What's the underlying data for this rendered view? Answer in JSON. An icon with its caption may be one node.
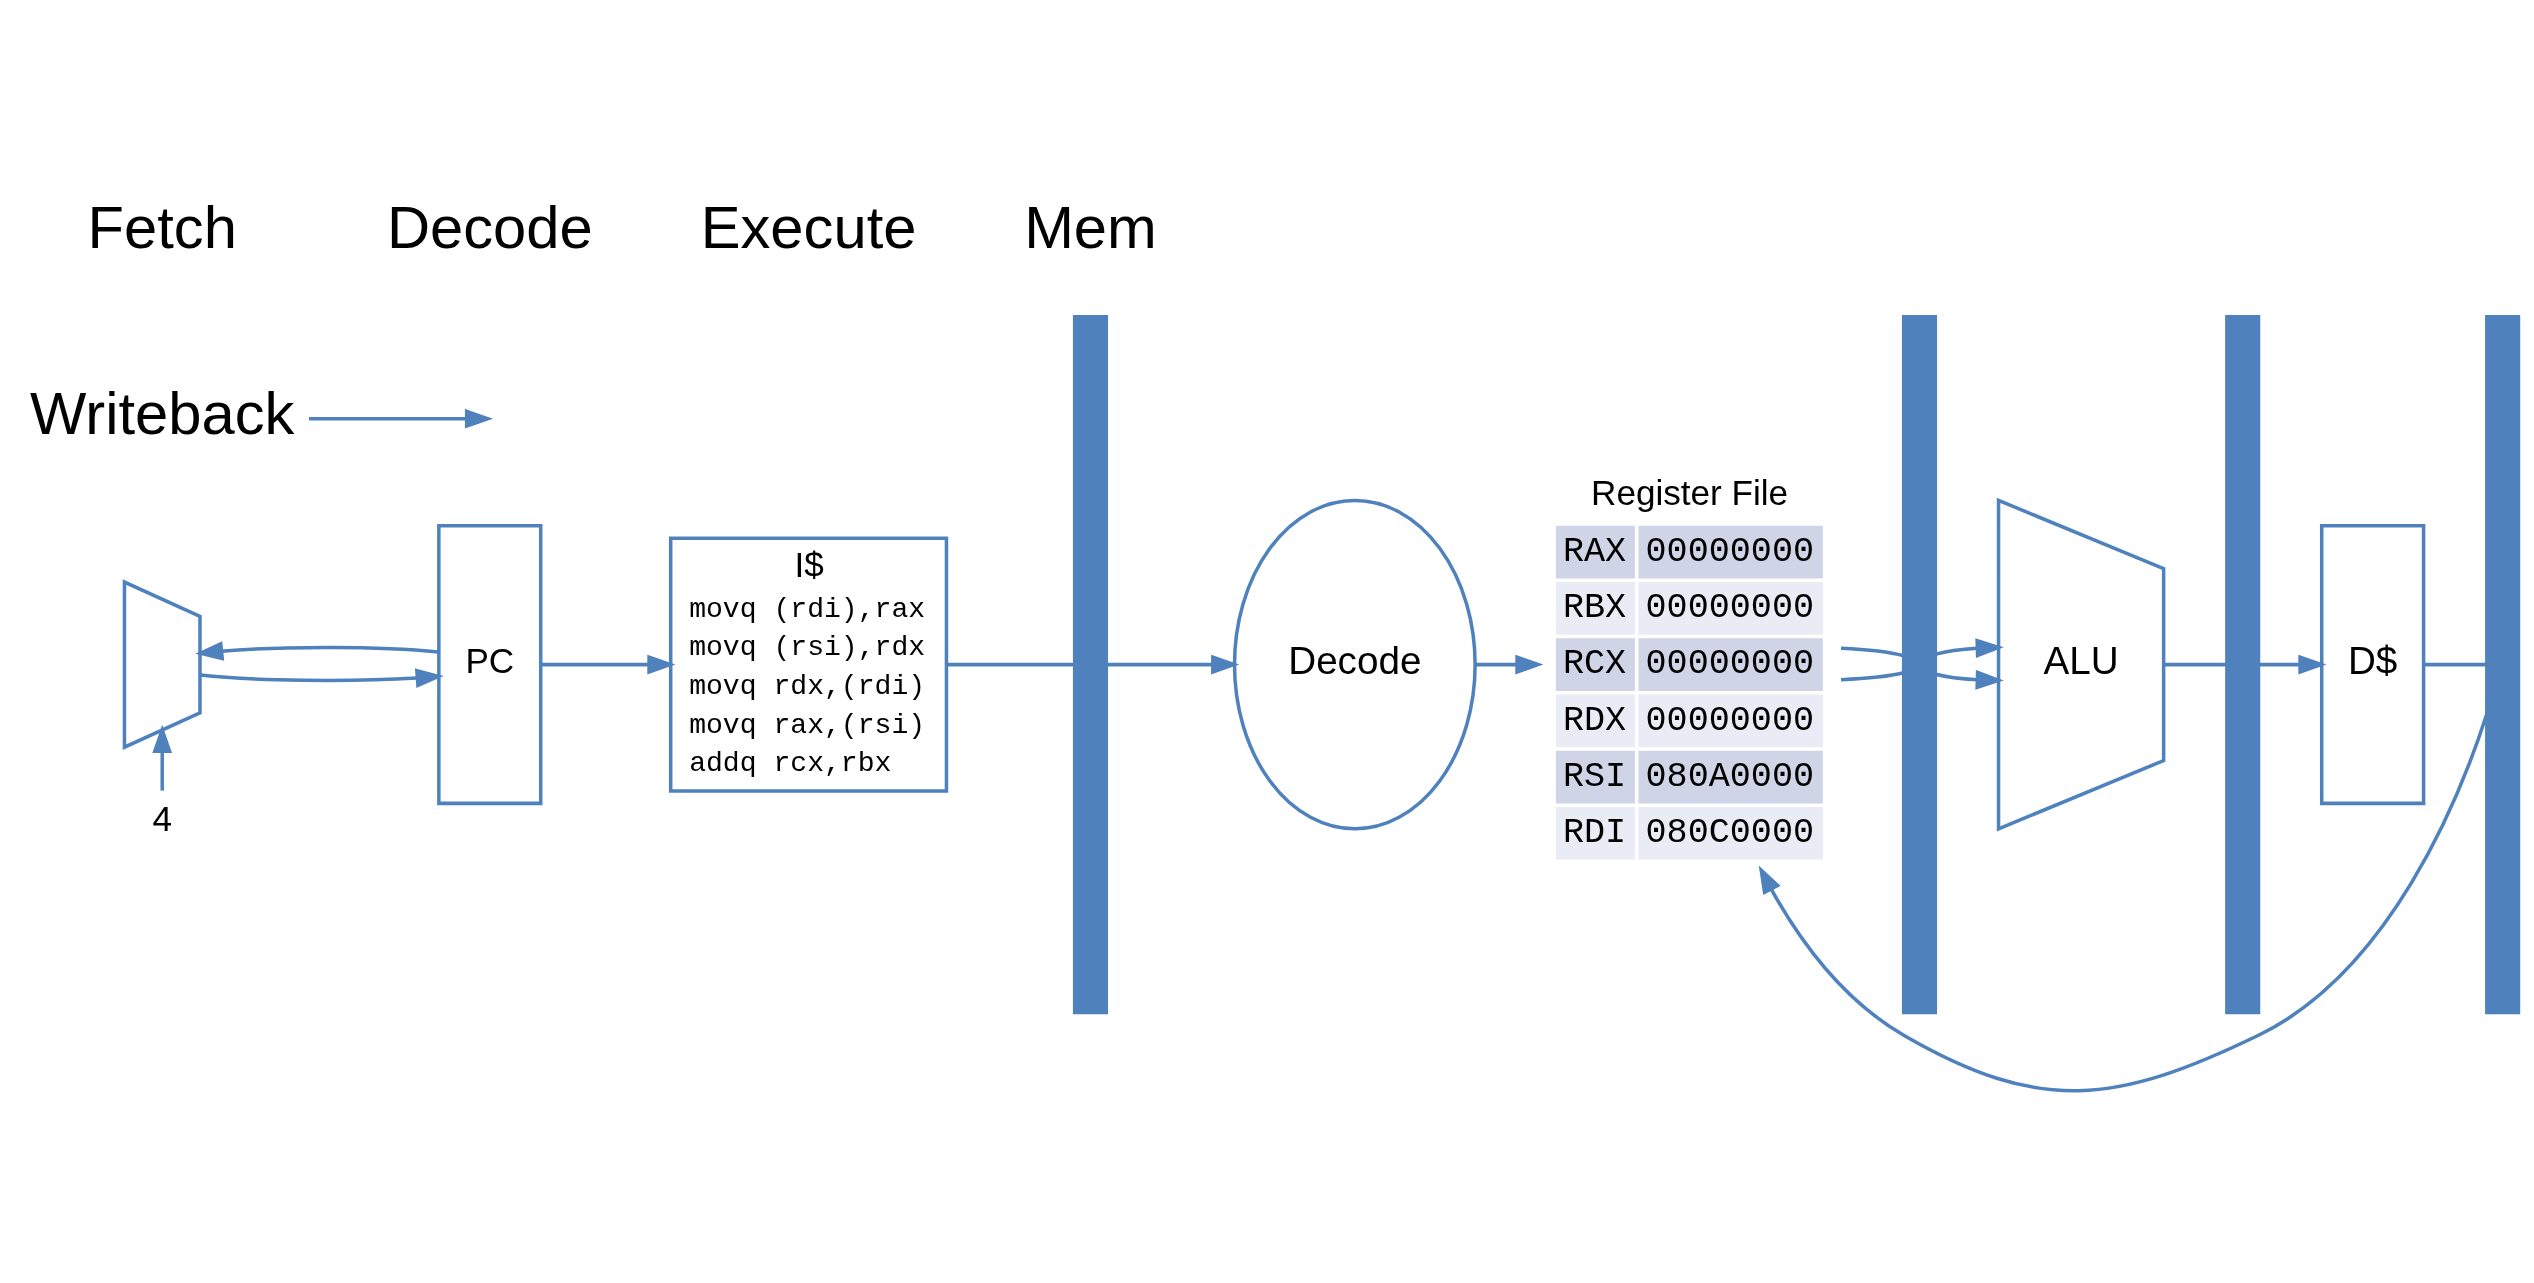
{
  "diagram": {
    "nodes": [
      {
        "text": [],
        "shape": "trapezoid"
      },
      {
        "text": [
          "4"
        ]
      },
      {
        "text": [
          "PC"
        ]
      },
      {
        "text": [
          "I$",
          "movq (rdi),rax",
          "movq (rsi),rdx",
          "movq rdx,(rdi)",
          "movq rax,(rsi)",
          "addq rcx,rbx"
        ]
      },
      {
        "text": [],
        "shape": "bar"
      },
      {
        "text": [
          "Decode"
        ]
      },
      {
        "text": [
          "Register File",
          "RAX",
          "00000000",
          "RBX",
          "00000000",
          "RCX",
          "00000000",
          "RDX",
          "00000000",
          "RSI",
          "080A0000",
          "RDI",
          "080C0000"
        ]
      },
      {
        "text": [],
        "shape": "bar"
      },
      {
        "text": [
          "ALU"
        ]
      },
      {
        "text": [],
        "shape": "bar"
      },
      {
        "text": [
          "D$"
        ]
      },
      {
        "text": [],
        "shape": "bar"
      },
      {
        "text": [
          "Writeback"
        ]
      }
    ],
    "edges": [
      {
        "from": 1,
        "to": 0,
        "arrow": "to"
      },
      {
        "from": 0,
        "to": 2,
        "arrow": "to"
      },
      {
        "from": 2,
        "to": 0,
        "arrow": "to"
      },
      {
        "from": 2,
        "to": 3,
        "arrow": "to"
      },
      {
        "from": 3,
        "to": 4,
        "arrow": "none"
      },
      {
        "from": 4,
        "to": 5,
        "arrow": "to"
      },
      {
        "from": 5,
        "to": 6,
        "arrow": "to"
      },
      {
        "from": 6,
        "to": 7,
        "arrow": "none"
      },
      {
        "from": 7,
        "to": 8,
        "arrow": "to"
      },
      {
        "from": 6,
        "to": 7,
        "arrow": "none"
      },
      {
        "from": 7,
        "to": 8,
        "arrow": "to"
      },
      {
        "from": 8,
        "to": 9,
        "arrow": "none"
      },
      {
        "from": 9,
        "to": 10,
        "arrow": "to"
      },
      {
        "from": 10,
        "to": 11,
        "arrow": "none"
      },
      {
        "from": 11,
        "to": 6,
        "arrow": "to"
      },
      {
        "from": 12,
        "to": null,
        "arrow": "to"
      }
    ],
    "labels": [
      "Fetch",
      "Decode",
      "Execute",
      "Mem"
    ]
  }
}
